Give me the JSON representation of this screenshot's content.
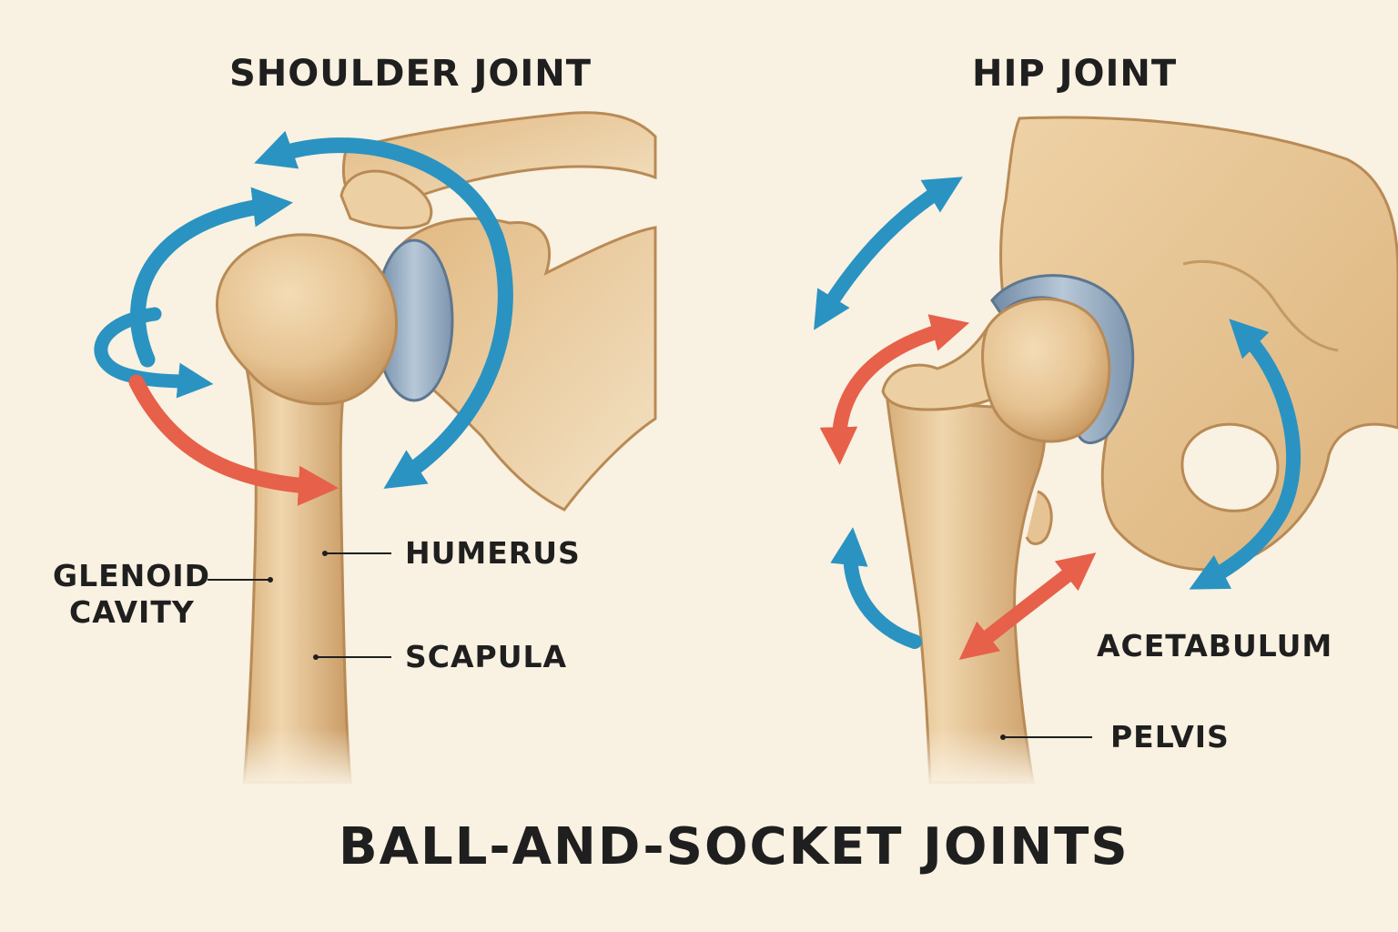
{
  "titles": {
    "shoulder": "SHOULDER JOINT",
    "hip": "HIP JOINT",
    "main": "BALL-AND-SOCKET JOINTS"
  },
  "labels": {
    "glenoid_line1": "GLENOID",
    "glenoid_line2": "CAVITY",
    "humerus": "HUMERUS",
    "scapula": "SCAPULA",
    "acetabulum": "ACETABULUM",
    "pelvis": "PELVIS"
  },
  "colors": {
    "background": "#f9f1e1",
    "bone": "#e9c999",
    "bone_shadow": "#c99a63",
    "cartilage": "#8fa6bd",
    "arrow_blue": "#2a93c2",
    "arrow_red": "#e6604a",
    "text": "#1f1f1f"
  }
}
